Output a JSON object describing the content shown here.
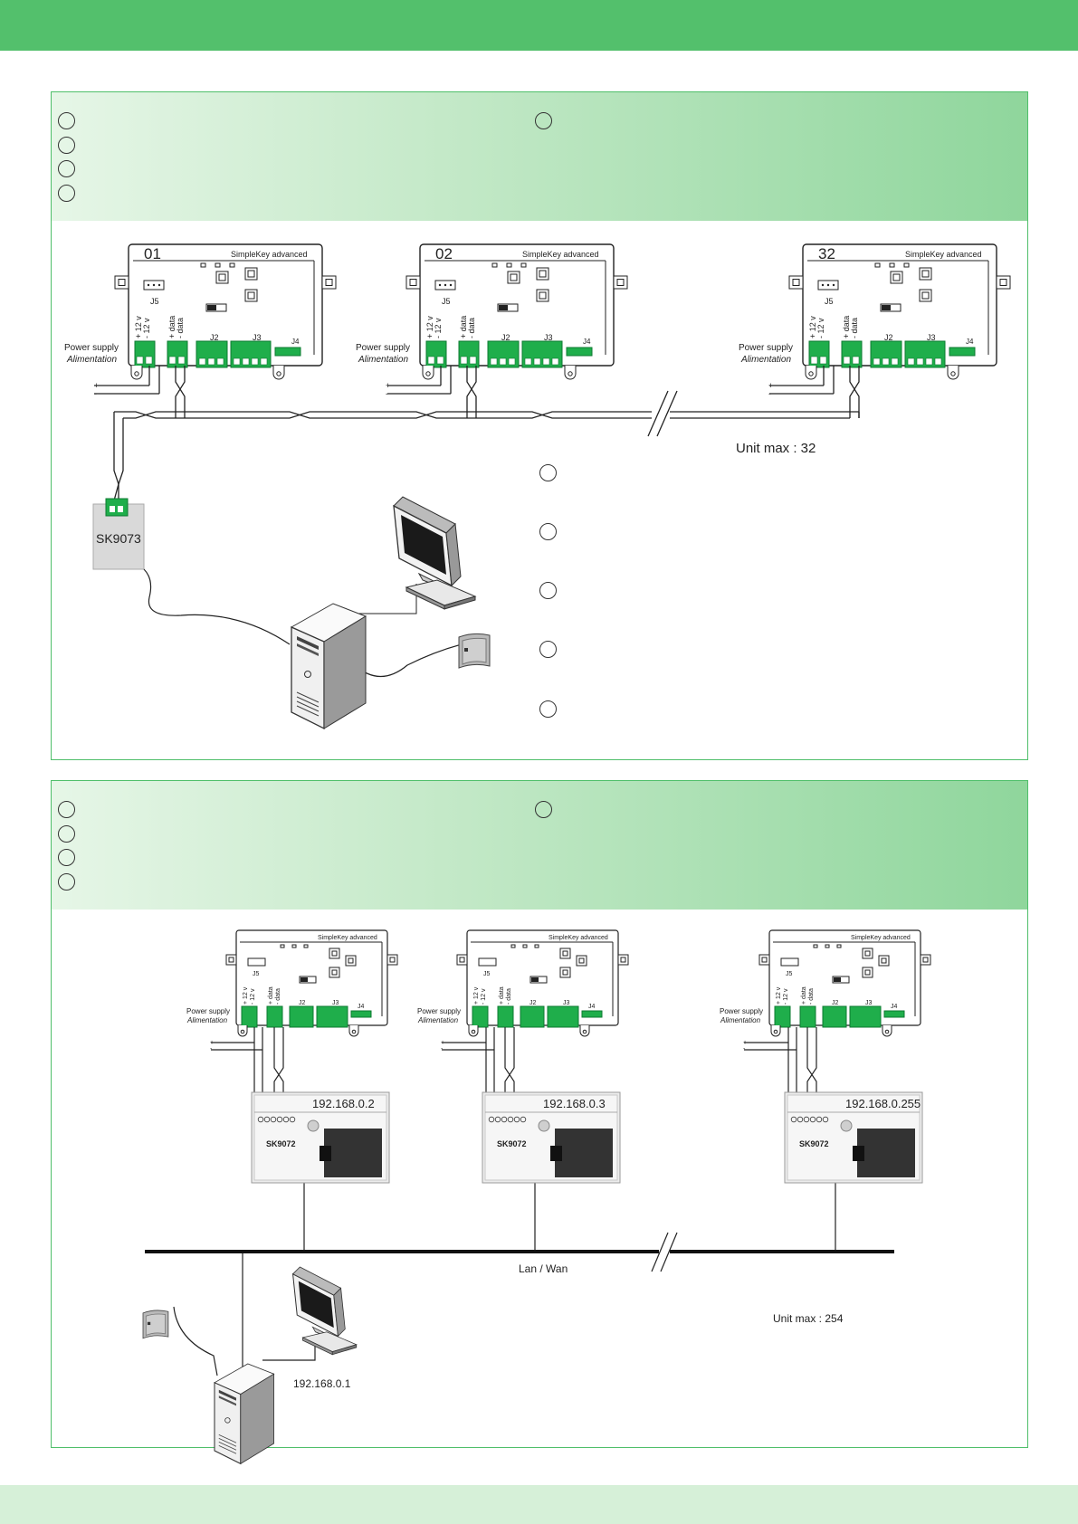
{
  "board_brand": "SimpleKey advanced",
  "section1": {
    "units": [
      {
        "number": "01"
      },
      {
        "number": "02"
      },
      {
        "number": "32"
      }
    ],
    "labels": {
      "power_supply": "Power supply",
      "alimentation": "Alimentation",
      "j5": "J5",
      "j2": "J2",
      "j3": "J3",
      "j4": "J4",
      "plus_12v": "+ 12 v",
      "minus_12v": "- 12 v",
      "plus_data": "+ data",
      "minus_data": "- data",
      "plus": "+",
      "minus": "-"
    },
    "unit_max": "Unit max : 32",
    "converter": "SK9073"
  },
  "section2": {
    "ips": [
      "192.168.0.2",
      "192.168.0.3",
      "192.168.0.255"
    ],
    "interface": "SK9072",
    "network": "Lan / Wan",
    "unit_max": "Unit max : 254",
    "pc_ip": "192.168.0.1"
  },
  "colors": {
    "header_bar": "#53c06c",
    "footer_bar": "#d6f0d8",
    "connector_green": "#1fae4b",
    "panel_border": "#4fbf6a"
  }
}
